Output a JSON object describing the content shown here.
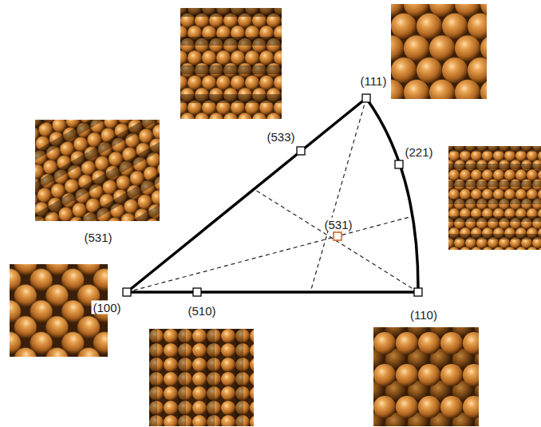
{
  "diagram": {
    "labels": [
      "(111)",
      "(533)",
      "(221)",
      "(531)",
      "(531)",
      "(100)",
      "(510)",
      "(110)"
    ]
  }
}
